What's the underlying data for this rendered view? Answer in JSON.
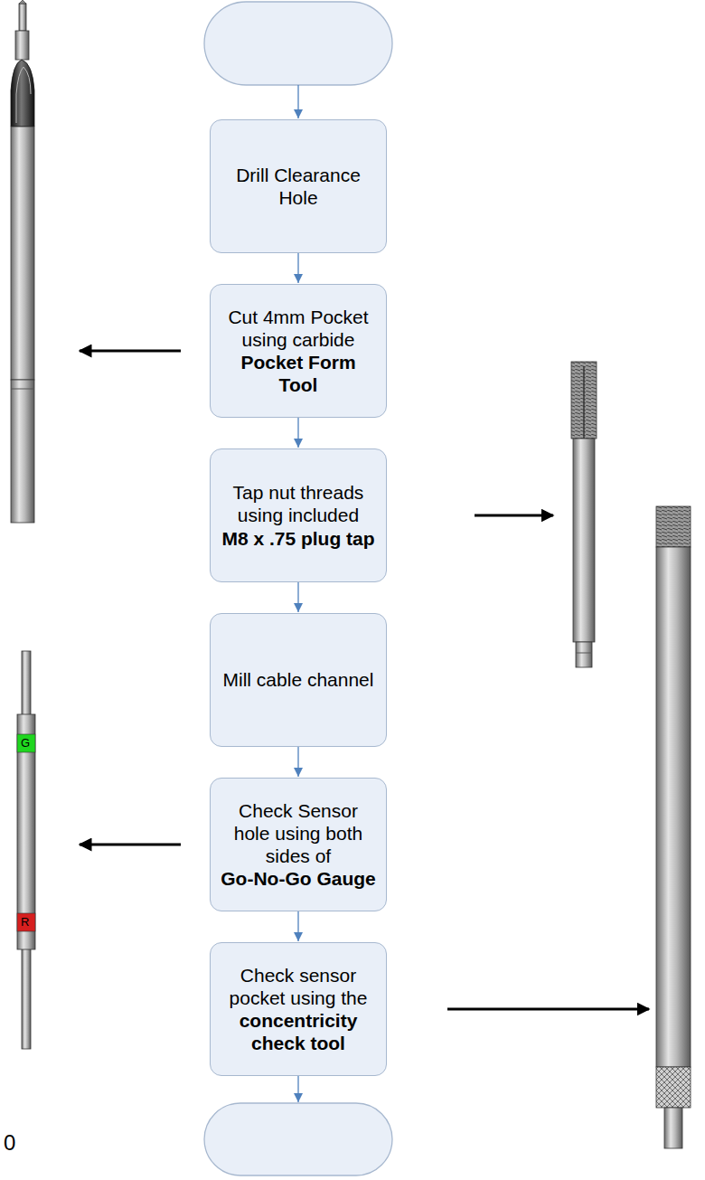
{
  "diagram": {
    "nodes": [
      {
        "text": [
          "Drill Clearance Hole"
        ]
      },
      {
        "text": [
          "Cut 4mm Pocket using carbide",
          "Pocket Form Tool"
        ]
      },
      {
        "text": [
          "Tap nut threads using included",
          "M8 x .75 plug tap"
        ]
      },
      {
        "text": [
          "Mill cable channel"
        ]
      },
      {
        "text": [
          "Check Sensor hole using both sides of",
          "Go-No-Go Gauge"
        ]
      },
      {
        "text": [
          "Check sensor pocket using the",
          "concentricity check tool"
        ]
      }
    ],
    "edges": [
      {
        "from": 0,
        "to": 1,
        "arrow": "to"
      },
      {
        "from": 1,
        "to": 2,
        "arrow": "to"
      },
      {
        "from": 2,
        "to": 3,
        "arrow": "to"
      },
      {
        "from": 3,
        "to": 4,
        "arrow": "to"
      },
      {
        "from": 4,
        "to": 5,
        "arrow": "to"
      }
    ],
    "labels": [
      "G",
      "R",
      "0"
    ]
  }
}
